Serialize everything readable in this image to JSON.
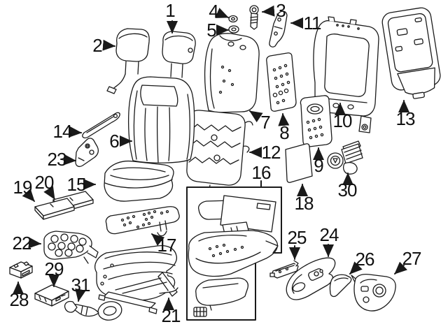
{
  "diagram": {
    "background_color": "#ffffff",
    "line_color": "#1a1a1a",
    "callouts": [
      {
        "label": "1",
        "part": "headrest"
      },
      {
        "label": "2",
        "part": "headrest-with-cable"
      },
      {
        "label": "3",
        "part": "headrest-guide-bolt"
      },
      {
        "label": "4",
        "part": "grommet-upper"
      },
      {
        "label": "5",
        "part": "grommet-lower"
      },
      {
        "label": "6",
        "part": "seat-back-cover"
      },
      {
        "label": "7",
        "part": "seat-back-pad"
      },
      {
        "label": "8",
        "part": "seat-back-heater-mat"
      },
      {
        "label": "9",
        "part": "seat-back-board"
      },
      {
        "label": "10",
        "part": "seat-back-frame"
      },
      {
        "label": "11",
        "part": "side-bracket"
      },
      {
        "label": "12",
        "part": "lumbar-support"
      },
      {
        "label": "13",
        "part": "seat-back-panel"
      },
      {
        "label": "14",
        "part": "trim-strip"
      },
      {
        "label": "15",
        "part": "seat-cushion"
      },
      {
        "label": "16",
        "part": "cushion-assembly-group"
      },
      {
        "label": "17",
        "part": "cushion-heater-mat"
      },
      {
        "label": "18",
        "part": "pad-sheet"
      },
      {
        "label": "19",
        "part": "cover-plate-outer"
      },
      {
        "label": "20",
        "part": "cover-plate-inner"
      },
      {
        "label": "21",
        "part": "seat-track-assembly"
      },
      {
        "label": "22",
        "part": "spring-pan"
      },
      {
        "label": "23",
        "part": "recliner-bracket"
      },
      {
        "label": "24",
        "part": "side-shield"
      },
      {
        "label": "25",
        "part": "mounting-bracket"
      },
      {
        "label": "26",
        "part": "trim-cap"
      },
      {
        "label": "27",
        "part": "switch-side-panel"
      },
      {
        "label": "28",
        "part": "control-module-small"
      },
      {
        "label": "29",
        "part": "control-module-long"
      },
      {
        "label": "30",
        "part": "seat-motor"
      },
      {
        "label": "31",
        "part": "seat-belt-buckle"
      }
    ]
  }
}
